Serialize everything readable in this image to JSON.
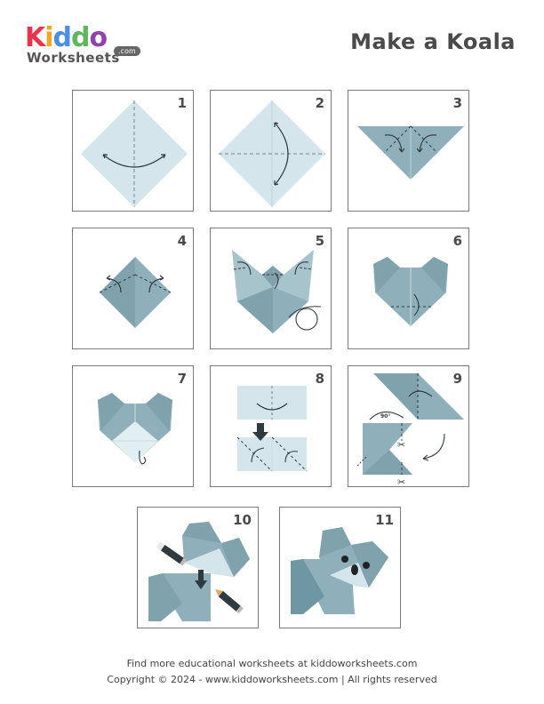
{
  "header": {
    "logo": {
      "letters": [
        {
          "char": "K",
          "color": "#e8334a"
        },
        {
          "char": "i",
          "color": "#f5a623"
        },
        {
          "char": "d",
          "color": "#4a90e2"
        },
        {
          "char": "d",
          "color": "#5cb85c"
        },
        {
          "char": "o",
          "color": "#8e44ad"
        }
      ],
      "subtitle": "Worksheets",
      "domain_badge": ".com"
    },
    "title": "Make a Koala"
  },
  "steps": [
    {
      "number": "1",
      "description": "Square paper diamond, fold in half vertically and unfold"
    },
    {
      "number": "2",
      "description": "Fold in half horizontally and unfold"
    },
    {
      "number": "3",
      "description": "Triangle, fold corners down"
    },
    {
      "number": "4",
      "description": "Diamond, fold flaps outward"
    },
    {
      "number": "5",
      "description": "Fold ear tips down, fold top point down, turn over"
    },
    {
      "number": "6",
      "description": "Fold bottom tip up"
    },
    {
      "number": "7",
      "description": "Koala head, fold tip back"
    },
    {
      "number": "8",
      "description": "Rectangle paper, fold in half and unfold, fold diagonals"
    },
    {
      "number": "9",
      "description": "Fold, rotate 90°, cut"
    },
    {
      "number": "10",
      "description": "Glue head on body, draw face"
    },
    {
      "number": "11",
      "description": "Finished koala"
    }
  ],
  "step9_angle_label": "90°",
  "colors": {
    "paper_light": "#d4e6ec",
    "paper_mid": "#8fb0ba",
    "paper_dark": "#6f96a3",
    "paper_darker": "#5f8794",
    "paper_pale": "#e1eef2",
    "ink": "#2f3a40",
    "border": "#7a7a7a"
  },
  "footer": {
    "line1": "Find more educational worksheets at kiddoworksheets.com",
    "line2": "Copyright © 2024 - www.kiddoworksheets.com  |  All rights reserved"
  }
}
